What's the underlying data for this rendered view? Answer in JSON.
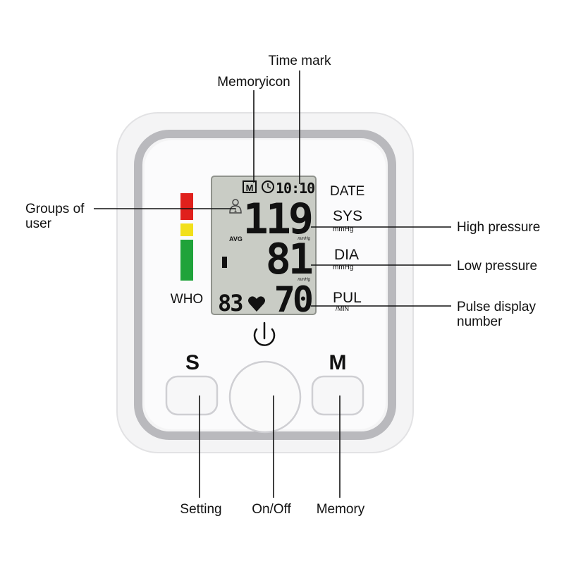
{
  "callouts": {
    "time_mark": "Time mark",
    "memory_icon": "Memoryicon",
    "groups_line1": "Groups of",
    "groups_line2": "user",
    "high_pressure": "High pressure",
    "low_pressure": "Low pressure",
    "pulse_line1": "Pulse display",
    "pulse_line2": "number",
    "setting": "Setting",
    "on_off": "On/Off",
    "memory": "Memory"
  },
  "panel": {
    "who": "WHO",
    "date": "DATE",
    "sys": "SYS",
    "sys_unit": "mmHg",
    "dia": "DIA",
    "dia_unit": "mmHg",
    "pul": "PUL",
    "pul_unit": "/MIN",
    "button_s": "S",
    "button_m": "M"
  },
  "lcd": {
    "memory_badge": "M",
    "time": "10:10",
    "systolic": "119",
    "diastolic": "81",
    "pulse": "70",
    "memory_count": "83",
    "avg": "AVG",
    "unit_small_1": "mmHg",
    "unit_small_2": "mmHg",
    "user_number": "1"
  },
  "who_scale_colors": [
    "#e0201c",
    "#f2e01a",
    "#1fa33a"
  ]
}
